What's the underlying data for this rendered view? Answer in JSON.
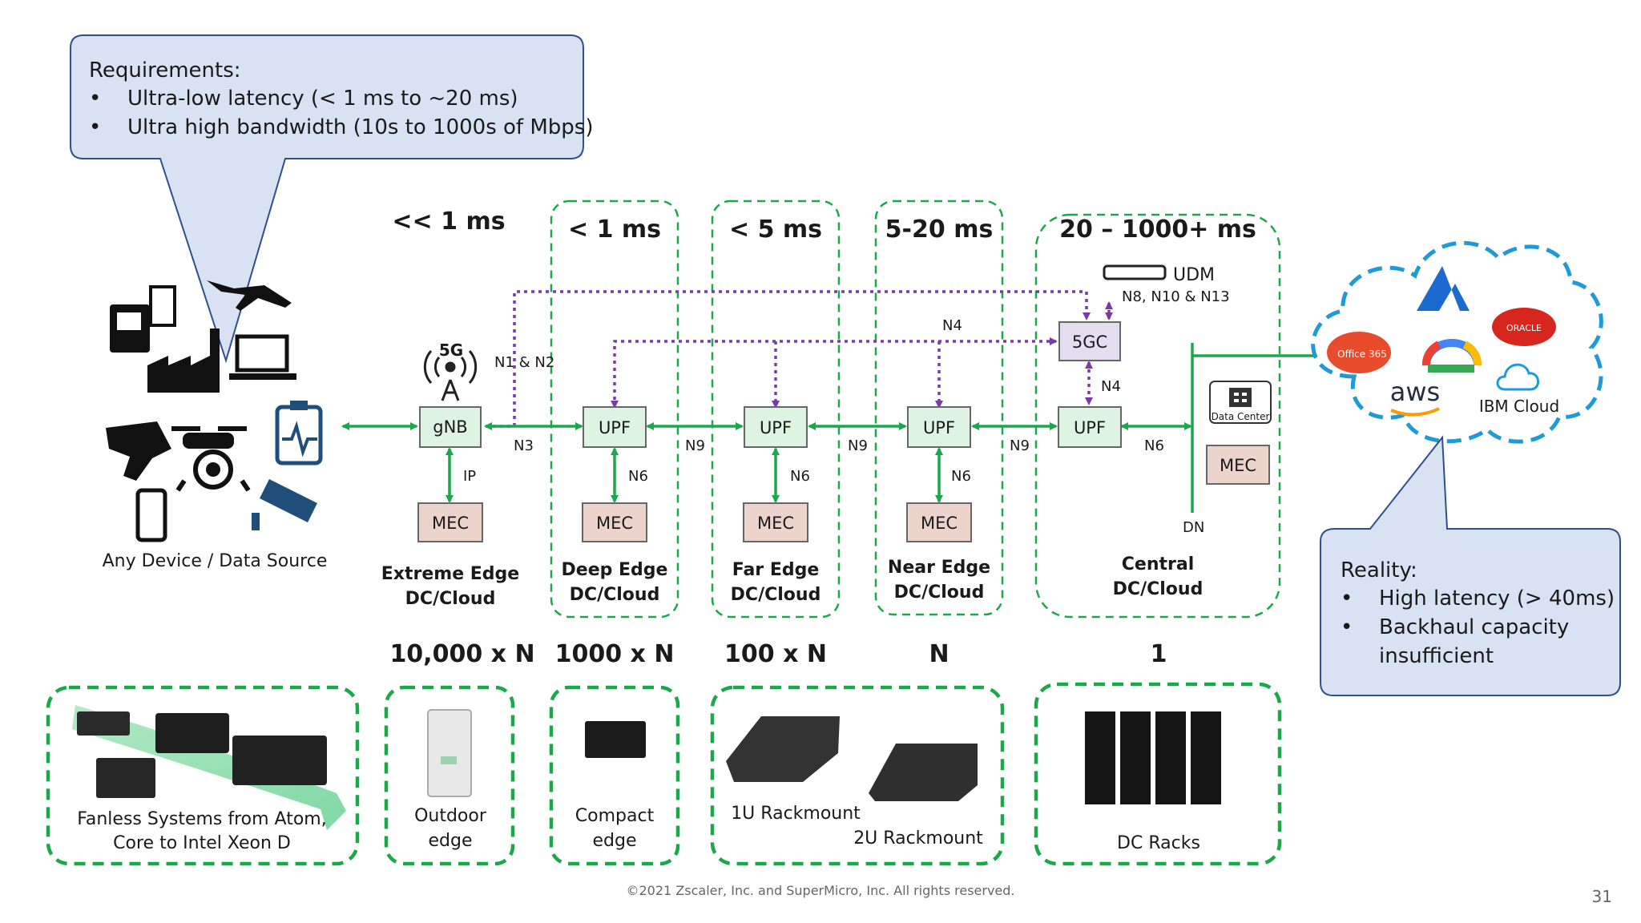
{
  "requirements": {
    "heading": "Requirements:",
    "items": [
      "Ultra-low latency (< 1 ms to ~20 ms)",
      "Ultra high bandwidth (10s to 1000s of Mbps)"
    ]
  },
  "reality": {
    "heading": "Reality:",
    "items": [
      "High latency (> 40ms)",
      "Backhaul capacity",
      "insufficient"
    ]
  },
  "latency": [
    "<< 1 ms",
    "< 1 ms",
    "< 5 ms",
    "5-20 ms",
    "20 – 1000+ ms"
  ],
  "tiers": [
    {
      "line1": "Extreme Edge",
      "line2": "DC/Cloud",
      "scale": "10,000 x N"
    },
    {
      "line1": "Deep Edge",
      "line2": "DC/Cloud",
      "scale": "1000 x N"
    },
    {
      "line1": "Far Edge",
      "line2": "DC/Cloud",
      "scale": "100 x N"
    },
    {
      "line1": "Near Edge",
      "line2": "DC/Cloud",
      "scale": "N"
    },
    {
      "line1": "Central",
      "line2": "DC/Cloud",
      "scale": "1"
    }
  ],
  "nodes": {
    "gnb": "gNB",
    "upf": "UPF",
    "mec": "MEC",
    "fivegc": "5GC",
    "udm": "UDM",
    "fiveg_mark": "5G",
    "data_center": "Data Center",
    "dn": "DN"
  },
  "links": {
    "n1n2": "N1 & N2",
    "n3": "N3",
    "n9": "N9",
    "n6": "N6",
    "n4": "N4",
    "ip": "IP",
    "n8": "N8, N10 & N13"
  },
  "device_caption": "Any Device / Data Source",
  "hardware": [
    {
      "line1": "Fanless Systems from Atom,",
      "line2": "Core to Intel Xeon D"
    },
    {
      "line1": "Outdoor",
      "line2": "edge"
    },
    {
      "line1": "Compact",
      "line2": "edge"
    },
    {
      "line1": "1U Rackmount",
      "line2": "2U Rackmount"
    },
    {
      "line1": "DC Racks",
      "line2": ""
    }
  ],
  "cloud_logos": [
    "Office 365",
    "aws",
    "ORACLE",
    "IBM Cloud"
  ],
  "footer": "©2021 Zscaler, Inc. and SuperMicro, Inc. All rights reserved.",
  "page_number": "31",
  "colors": {
    "green": "#1aa84a",
    "purple": "#7a3aa8",
    "node_green": "#dff3e3",
    "mec_pink": "#ecd3cc",
    "callout": "#d9e2f3",
    "cloud_blue": "#1f9ad6"
  }
}
